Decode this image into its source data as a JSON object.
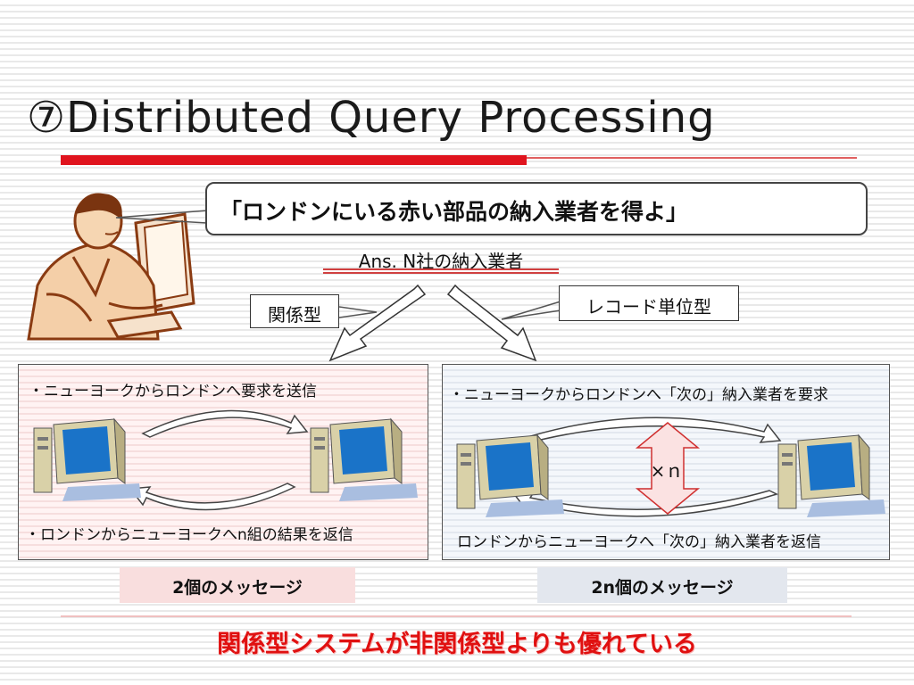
{
  "slide": {
    "title": "⑦Distributed Query Processing",
    "query": "「ロンドンにいる赤い部品の納入業者を得よ」",
    "answer": "Ans. N社の納入業者",
    "relational_label": "関係型",
    "record_label": "レコード単位型",
    "conclusion": "関係型システムが非関係型よりも優れている"
  },
  "left_panel": {
    "top_text": "・ニューヨークからロンドンへ要求を送信",
    "bottom_text": "・ロンドンからニューヨークへn組の結果を返信",
    "badge": "2個のメッセージ"
  },
  "right_panel": {
    "top_text": "・ニューヨークからロンドンへ「次の」納入業者を要求",
    "bottom_text": "ロンドンからニューヨークへ「次の」納入業者を返信",
    "repeat_label": "×ｎ",
    "badge": "2n個のメッセージ"
  },
  "icons": {
    "user": "person-at-computer-icon",
    "computer": "desktop-computer-icon"
  },
  "colors": {
    "accent_red": "#e0141e",
    "conclusion_red": "#e01010",
    "left_badge": "#f9dede",
    "right_badge": "#e3e7ee"
  }
}
